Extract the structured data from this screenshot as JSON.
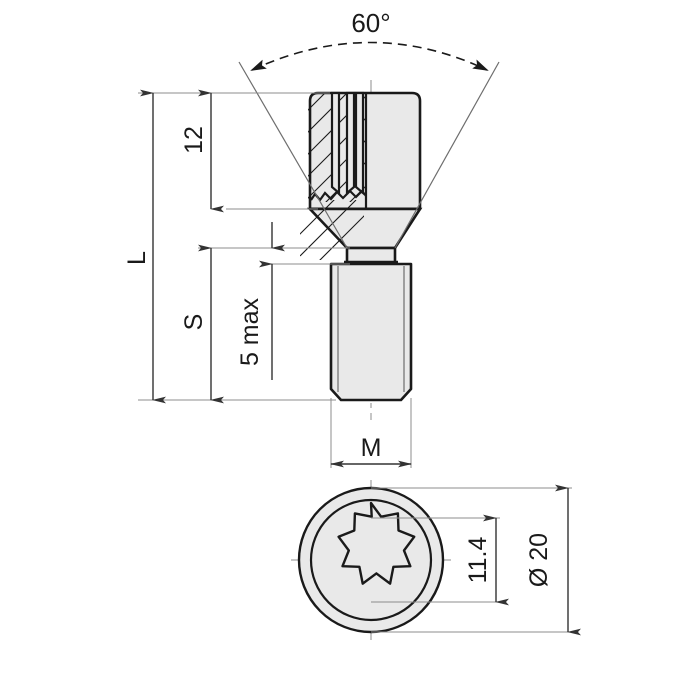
{
  "drawing": {
    "title": "Wheel bolt technical drawing",
    "type": "engineering-dimension-drawing",
    "colors": {
      "outline": "#1a1a1a",
      "fill": "#e9e9e9",
      "dim_line": "#4d4d4d",
      "thin_line": "#8c8c8c",
      "background": "#ffffff"
    },
    "annotations": {
      "angle": "60°",
      "head_height": "12",
      "total_length": "L",
      "shank_length": "S",
      "unthreaded": "5 max",
      "thread": "M",
      "socket_across": "11.4",
      "head_diameter": "Ø 20"
    },
    "views": {
      "side": "side-section-view",
      "bottom": "bottom-end-view-12-point-socket"
    }
  }
}
